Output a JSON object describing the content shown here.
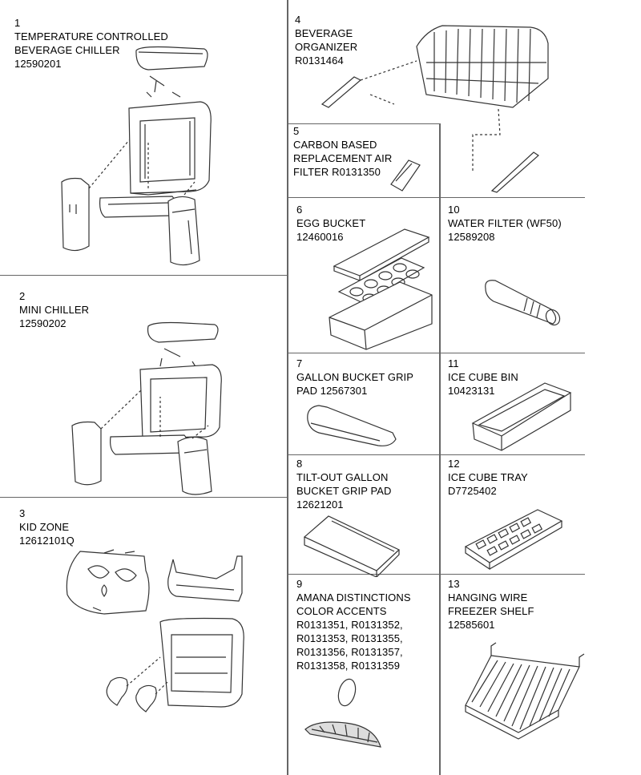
{
  "parts": [
    {
      "num": "1",
      "lines": [
        "TEMPERATURE CONTROLLED",
        "BEVERAGE CHILLER",
        "12590201"
      ]
    },
    {
      "num": "2",
      "lines": [
        "MINI CHILLER",
        "12590202"
      ]
    },
    {
      "num": "3",
      "lines": [
        "KID ZONE",
        "12612101Q"
      ]
    },
    {
      "num": "4",
      "lines": [
        "BEVERAGE",
        "ORGANIZER",
        "R0131464"
      ]
    },
    {
      "num": "5",
      "lines": [
        "CARBON BASED",
        "REPLACEMENT AIR",
        "FILTER R0131350"
      ]
    },
    {
      "num": "6",
      "lines": [
        "EGG BUCKET",
        "12460016"
      ]
    },
    {
      "num": "7",
      "lines": [
        "GALLON BUCKET GRIP",
        "PAD 12567301"
      ]
    },
    {
      "num": "8",
      "lines": [
        "TILT-OUT GALLON",
        "BUCKET GRIP PAD",
        "12621201"
      ]
    },
    {
      "num": "9",
      "lines": [
        "AMANA DISTINCTIONS",
        "COLOR ACCENTS",
        "R0131351, R0131352,",
        "R0131353, R0131355,",
        "R0131356, R0131357,",
        "R0131358, R0131359"
      ]
    },
    {
      "num": "10",
      "lines": [
        "WATER FILTER (WF50)",
        "12589208"
      ]
    },
    {
      "num": "11",
      "lines": [
        "ICE CUBE BIN",
        "10423131"
      ]
    },
    {
      "num": "12",
      "lines": [
        "ICE CUBE TRAY",
        "D7725402"
      ]
    },
    {
      "num": "13",
      "lines": [
        "HANGING WIRE",
        "FREEZER SHELF",
        "12585601"
      ]
    }
  ],
  "colors": {
    "lines": "#666666",
    "ink": "#000000",
    "art": "#333333"
  }
}
